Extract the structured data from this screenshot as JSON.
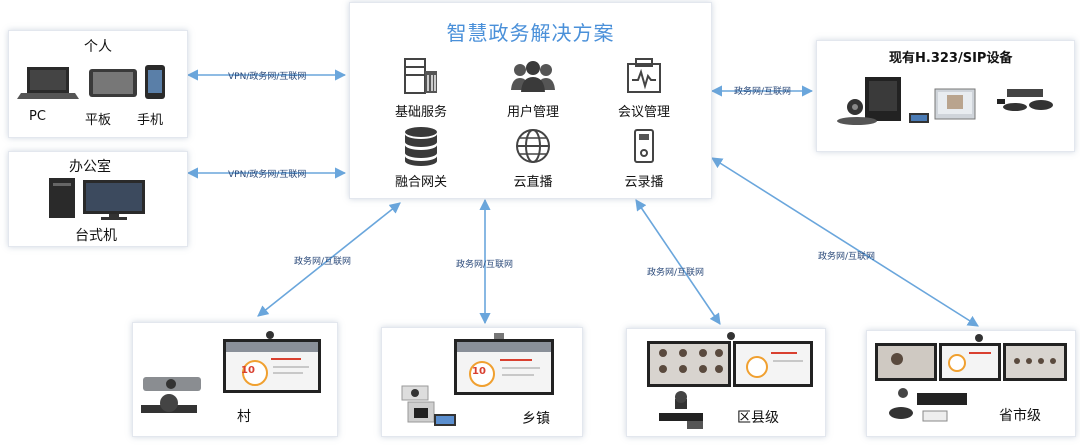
{
  "center": {
    "title": "智慧政务解决方案",
    "services": [
      {
        "label": "基础服务",
        "icon": "server-rack-icon"
      },
      {
        "label": "用户管理",
        "icon": "users-icon"
      },
      {
        "label": "会议管理",
        "icon": "monitor-chip-icon"
      },
      {
        "label": "融合网关",
        "icon": "database-icon"
      },
      {
        "label": "云直播",
        "icon": "globe-icon"
      },
      {
        "label": "云录播",
        "icon": "recorder-icon"
      }
    ]
  },
  "personal": {
    "title": "个人",
    "devices": [
      "PC",
      "平板",
      "手机"
    ]
  },
  "office": {
    "title": "办公室",
    "device": "台式机"
  },
  "existing": {
    "title": "现有H.323/SIP设备"
  },
  "links": {
    "vpn_personal": "VPN/政务网/互联网",
    "vpn_office": "VPN/政务网/互联网",
    "existing": "政务网/互联网",
    "village": "政务网/互联网",
    "town": "政务网/互联网",
    "county": "政务网/互联网",
    "province": "政务网/互联网"
  },
  "sites": {
    "village": "村",
    "town": "乡镇",
    "county": "区县级",
    "province": "省市级"
  },
  "screen_number": "10",
  "colors": {
    "accent": "#4a90d9",
    "arrow": "#6aa6dc",
    "screen_red": "#d94030"
  }
}
